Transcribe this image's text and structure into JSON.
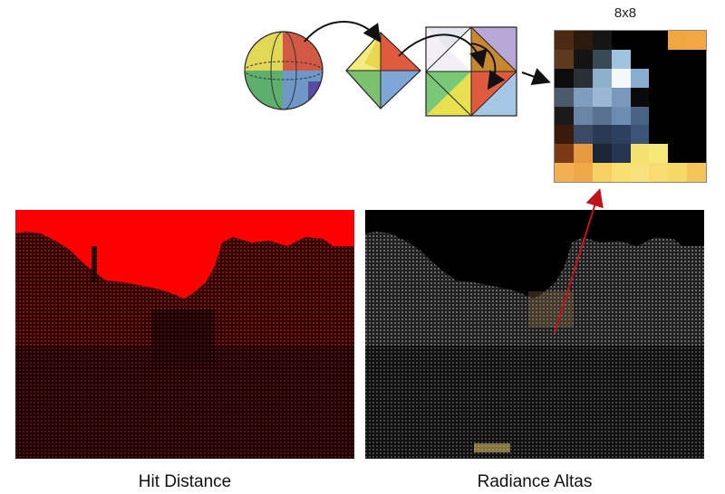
{
  "diagram": {
    "atlas_tile_label": "8x8",
    "captions": {
      "left": "Hit Distance",
      "right": "Radiance Altas"
    },
    "colors": {
      "sky_red": "#ff0000",
      "arrow_red": "#c0141c",
      "connector": "#111111"
    },
    "stages": [
      "sphere",
      "octahedron",
      "unfolded-octahedron-square",
      "pixel-tile"
    ],
    "tile_pixels": [
      [
        "#4a2a12",
        "#2b1a0e",
        "#161616",
        "#000000",
        "#000000",
        "#000000",
        "#f2a640",
        "#f3a845"
      ],
      [
        "#5c3a1c",
        "#141414",
        "#3a4a55",
        "#9fc4e0",
        "#000000",
        "#000000",
        "#000000",
        "#000000"
      ],
      [
        "#0d0d0d",
        "#2a3036",
        "#8fb0cc",
        "#f4f8fb",
        "#8aaed0",
        "#000000",
        "#000000",
        "#000000"
      ],
      [
        "#4a5a6a",
        "#7e9ec0",
        "#9ab8d6",
        "#7a98bc",
        "#0a0a0a",
        "#000000",
        "#000000",
        "#000000"
      ],
      [
        "#1a1a1a",
        "#6a86a6",
        "#5a7292",
        "#6c8cb4",
        "#4a6284",
        "#000000",
        "#000000",
        "#000000"
      ],
      [
        "#3a1a0a",
        "#3a4a64",
        "#2a3a54",
        "#2e4060",
        "#3c5478",
        "#000000",
        "#000000",
        "#000000"
      ],
      [
        "#7a3a14",
        "#e89a40",
        "#1c2638",
        "#263650",
        "#f6e070",
        "#f8e878",
        "#000000",
        "#000000"
      ],
      [
        "#f4b050",
        "#f0a848",
        "#f6d060",
        "#f8e070",
        "#f8e27a",
        "#f7dc70",
        "#f6d866",
        "#f4c45a"
      ]
    ]
  }
}
